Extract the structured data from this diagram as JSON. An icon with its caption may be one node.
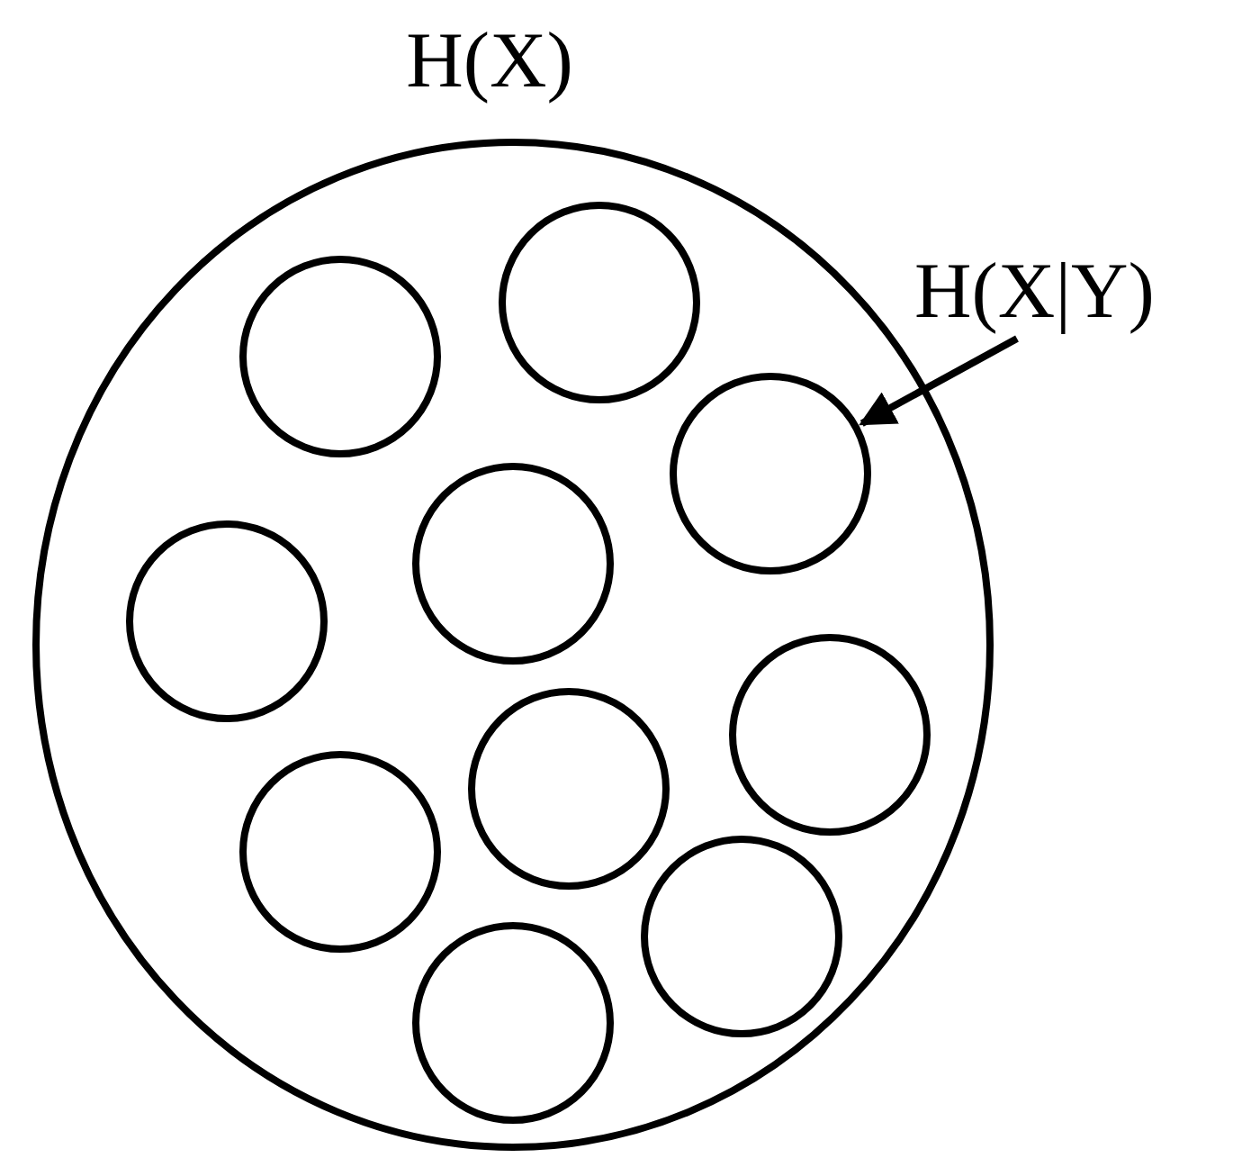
{
  "diagram": {
    "nodes": [
      {
        "text": [
          "H(X)"
        ]
      },
      {
        "text": [],
        "shape": "circle",
        "in": 0
      },
      {
        "text": [],
        "shape": "circle",
        "in": 0
      },
      {
        "text": [],
        "shape": "circle",
        "in": 0
      },
      {
        "text": [],
        "shape": "circle",
        "in": 0
      },
      {
        "text": [],
        "shape": "circle",
        "in": 0
      },
      {
        "text": [],
        "shape": "circle",
        "in": 0
      },
      {
        "text": [],
        "shape": "circle",
        "in": 0
      },
      {
        "text": [],
        "shape": "circle",
        "in": 0
      },
      {
        "text": [],
        "shape": "circle",
        "in": 0
      },
      {
        "text": [],
        "shape": "circle",
        "in": 0
      },
      {
        "text": [
          "H(X|Y)"
        ]
      }
    ],
    "edges": [
      {
        "from": 11,
        "to": 3,
        "arrow": "to"
      }
    ]
  }
}
